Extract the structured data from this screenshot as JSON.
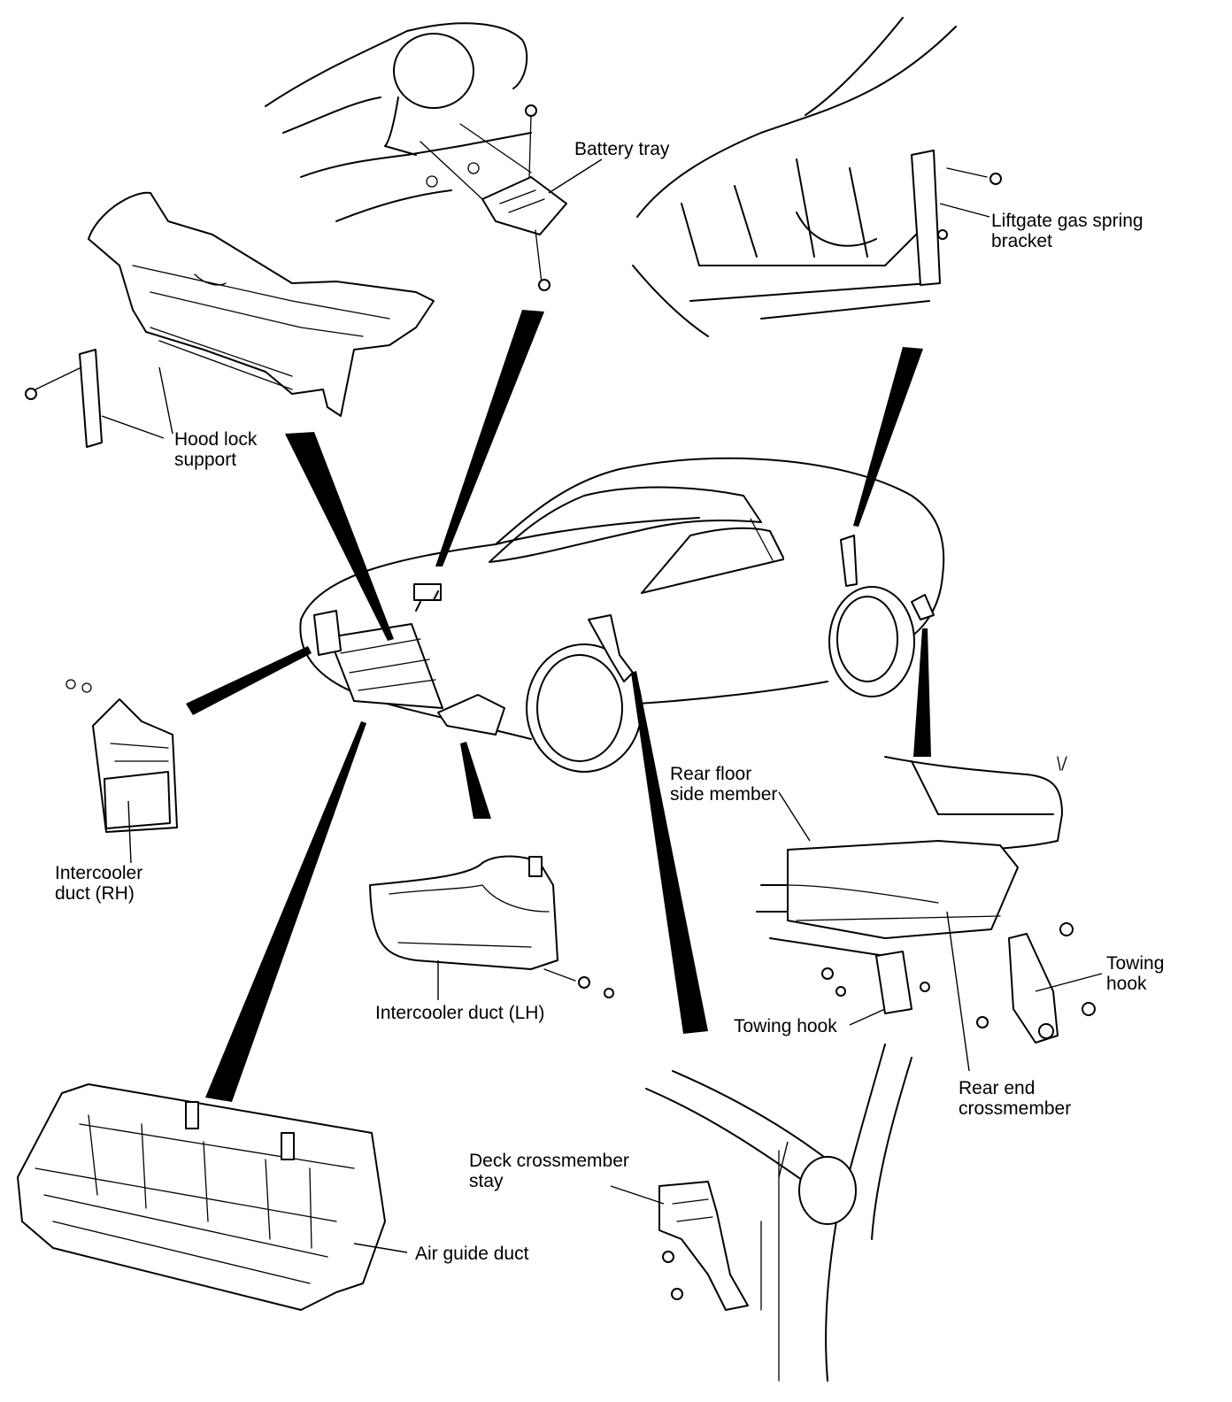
{
  "labels": {
    "battery_tray": "Battery tray",
    "liftgate_bracket": "Liftgate gas spring\nbracket",
    "hood_lock_support": "Hood lock\nsupport",
    "intercooler_duct_rh": "Intercooler\nduct (RH)",
    "intercooler_duct_lh": "Intercooler duct (LH)",
    "rear_floor_side_member": "Rear floor\nside member",
    "towing_hook_right": "Towing\nhook",
    "towing_hook_left": "Towing hook",
    "rear_end_crossmember": "Rear end\ncrossmember",
    "deck_crossmember_stay": "Deck crossmember\nstay",
    "air_guide_duct": "Air guide duct"
  }
}
